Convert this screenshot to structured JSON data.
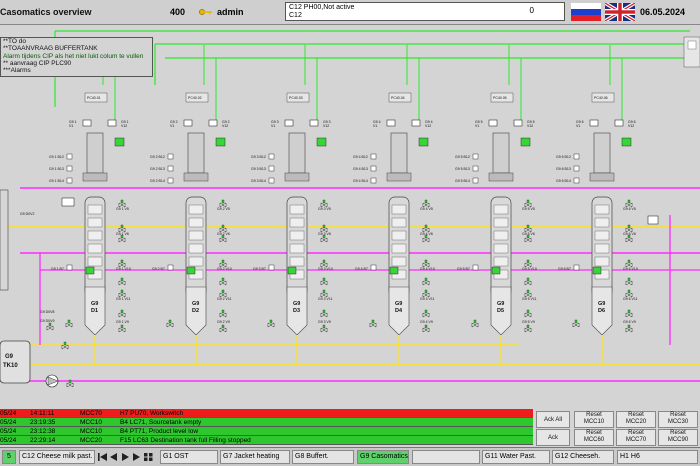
{
  "header": {
    "title": "Casomatics overview",
    "count": "400",
    "user": "admin",
    "status_line1": "C12 PH00,Not active",
    "status_line2": "C12",
    "status_value": "0",
    "date": "06.05.2024"
  },
  "todo": {
    "lines": [
      "**TO do",
      "**TOAANVRAAG BUFFERTANK",
      "Alarm tijdens CIP als het niet lukt colum te vullen",
      "** aanvraag CIP PLC90",
      "***Alarms"
    ]
  },
  "units": [
    {
      "name": "G9",
      "num": "D1",
      "pc": "PC40.01",
      "idx": "1"
    },
    {
      "name": "G9",
      "num": "D2",
      "pc": "PC40.02",
      "idx": "2"
    },
    {
      "name": "G9",
      "num": "D3",
      "pc": "PC40.03",
      "idx": "3"
    },
    {
      "name": "G9",
      "num": "D4",
      "pc": "PC40.04",
      "idx": "4"
    },
    {
      "name": "G9",
      "num": "D5",
      "pc": "PC40.05",
      "idx": "5"
    },
    {
      "name": "G9",
      "num": "D6",
      "pc": "PC40.06",
      "idx": "6"
    }
  ],
  "tank": {
    "label1": "G9",
    "label2": "TK10",
    "valve1": "G9 D0V8",
    "valve2": "G9 D0V9",
    "valve3": "G9 D0V2"
  },
  "alarms": [
    {
      "date": "05/24",
      "time": "14:11:11",
      "src": "MCC70",
      "text": "H7 PU70, Workswitch",
      "color": "#ee1c1c"
    },
    {
      "date": "05/24",
      "time": "23:19:35",
      "src": "MCC10",
      "text": "B4 LC71, Sourcetank empty",
      "color": "#2ec82e"
    },
    {
      "date": "05/24",
      "time": "23:12:38",
      "src": "MCC10",
      "text": "B4 PT71, Product level low",
      "color": "#2ec82e"
    },
    {
      "date": "05/24",
      "time": "22:29:14",
      "src": "MCC20",
      "text": "F15 LC63 Destination tank full Filling stopped",
      "color": "#2ec82e"
    }
  ],
  "ack": {
    "ack_all": "Ack All",
    "ack": "Ack",
    "resets": [
      {
        "l1": "Reset",
        "l2": "MCC10"
      },
      {
        "l1": "Reset",
        "l2": "MCC20"
      },
      {
        "l1": "Reset",
        "l2": "MCC30"
      },
      {
        "l1": "Reset",
        "l2": "MCC60"
      },
      {
        "l1": "Reset",
        "l2": "MCC70"
      },
      {
        "l1": "Reset",
        "l2": "MCC90"
      }
    ]
  },
  "taskbar": {
    "num": "5",
    "tabs": [
      "C12 Cheese milk past.",
      "G1 OST",
      "G7 Jacket heating",
      "G8 Buffert.",
      "G9 Casomatics",
      "G11 Water Past.",
      "G12 Cheeseh.",
      "H1 H6"
    ]
  },
  "colors": {
    "green_line": "#2ee82e",
    "magenta_line": "#ff2bff",
    "yellow_line": "#ffe21a",
    "alarm_red": "#ee1c1c",
    "alarm_green": "#2ec82e"
  }
}
